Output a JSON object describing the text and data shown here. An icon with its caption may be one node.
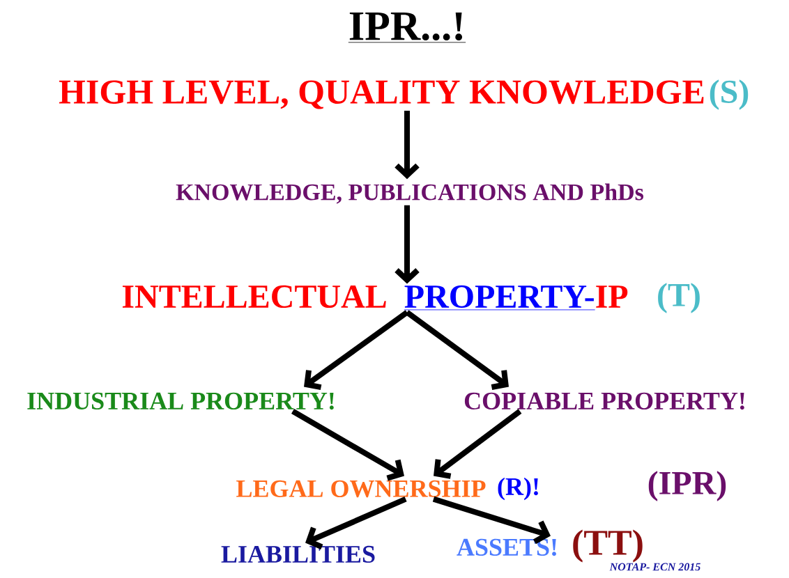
{
  "diagram": {
    "title": "IPR...!",
    "nodes": [
      {
        "text": [
          "HIGH LEVEL, QUALITY KNOWLEDGE"
        ],
        "beside": [
          "(S)"
        ]
      },
      {
        "text": [
          "KNOWLEDGE, PUBLICATIONS AND PhDs"
        ]
      },
      {
        "text": [
          "INTELLECTUAL",
          "PROPERTY-",
          "IP"
        ],
        "beside": [
          "(T)"
        ]
      },
      {
        "text": [
          "INDUSTRIAL PROPERTY!"
        ]
      },
      {
        "text": [
          "COPIABLE PROPERTY!"
        ]
      },
      {
        "text": [
          "LEGAL OWNERSHIP"
        ],
        "beside": [
          "(R)!"
        ]
      },
      {
        "text": [
          "LIABILITIES"
        ]
      },
      {
        "text": [
          "ASSETS!"
        ],
        "beside": [
          "(TT)"
        ]
      }
    ],
    "edges": [
      {
        "from": 0,
        "to": 1,
        "arrow": "to"
      },
      {
        "from": 1,
        "to": 2,
        "arrow": "to"
      },
      {
        "from": 2,
        "to": 3,
        "arrow": "to"
      },
      {
        "from": 2,
        "to": 4,
        "arrow": "to"
      },
      {
        "from": 3,
        "to": 5,
        "arrow": "to"
      },
      {
        "from": 4,
        "to": 5,
        "arrow": "to"
      },
      {
        "from": 5,
        "to": 6,
        "arrow": "to"
      },
      {
        "from": 5,
        "to": 7,
        "arrow": "to"
      }
    ],
    "labels": [
      "(IPR)",
      "NOTAP- ECN 2015"
    ]
  }
}
